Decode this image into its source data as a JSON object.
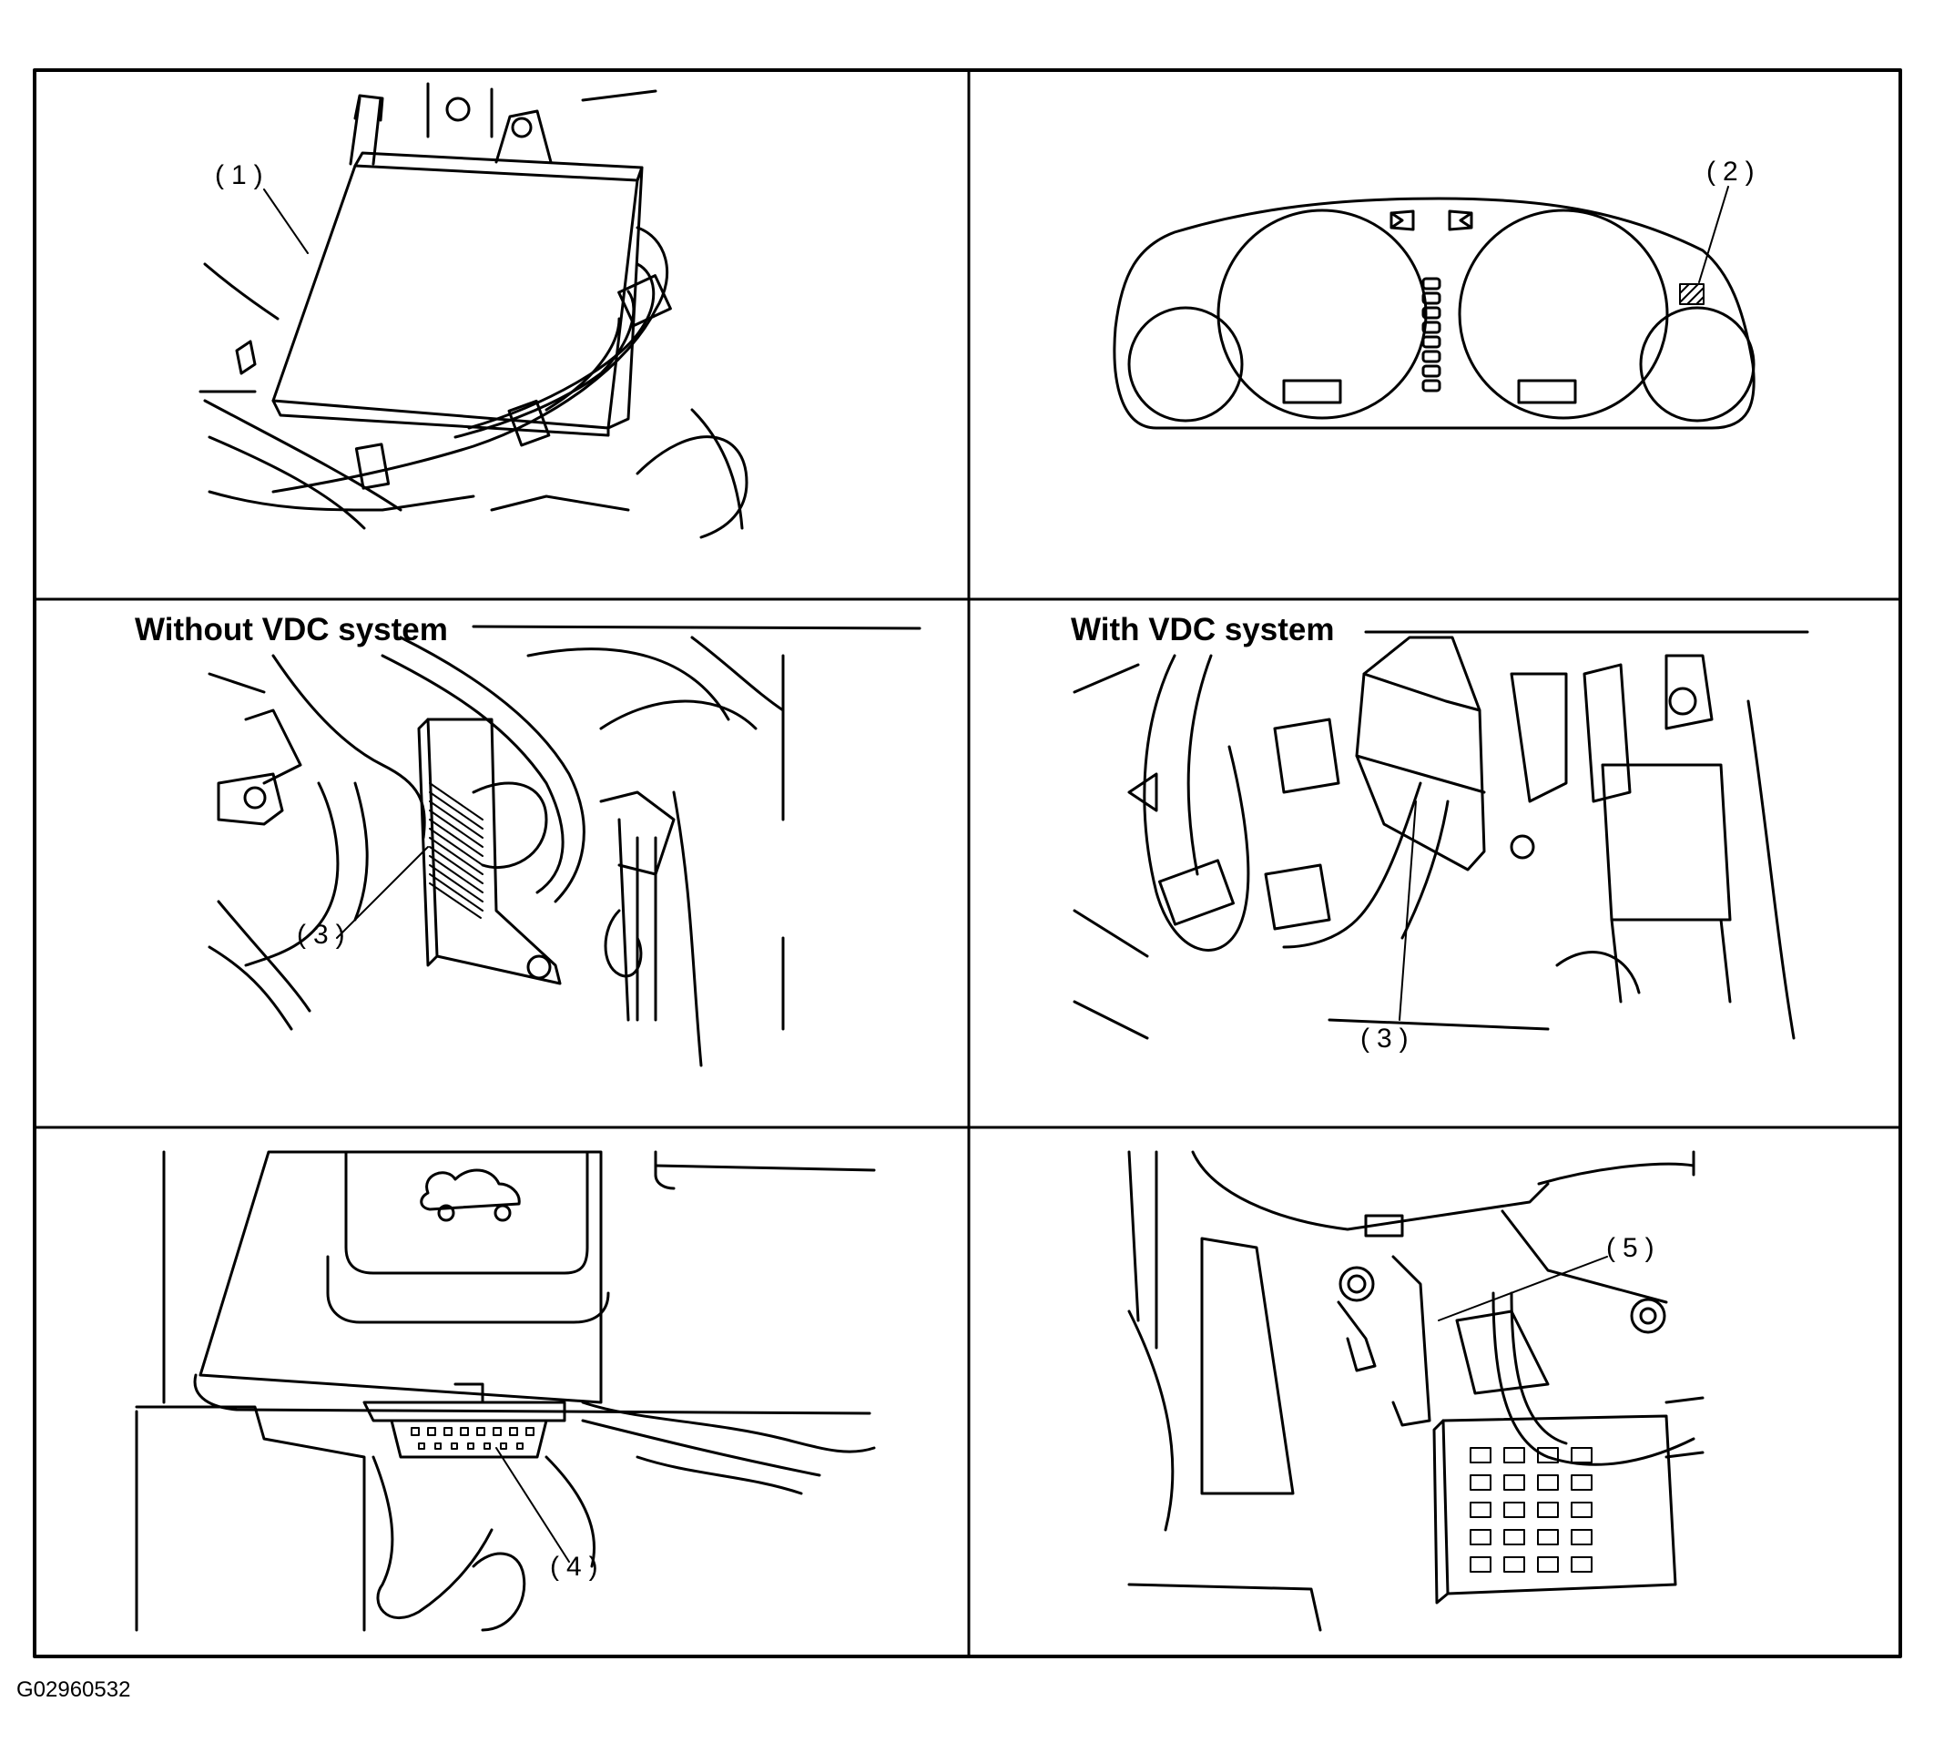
{
  "callouts": {
    "c1": "(1)",
    "c2": "(2)",
    "c3a": "(3)",
    "c3b": "(3)",
    "c4": "(4)",
    "c5": "(5)"
  },
  "headings": {
    "without_vdc": "Without VDC system",
    "with_vdc": "With VDC system"
  },
  "figure_id": "G02960532"
}
